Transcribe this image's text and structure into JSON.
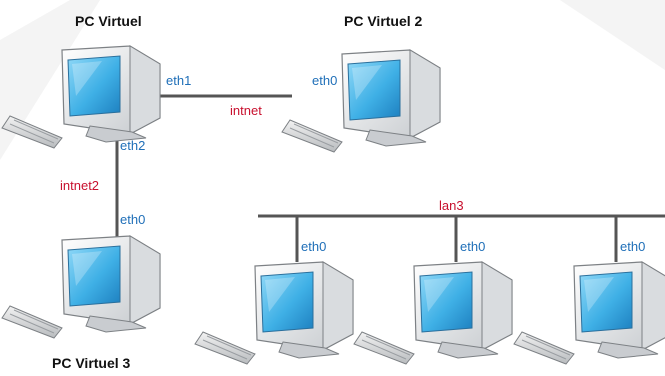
{
  "colors": {
    "wire": "#555555",
    "interface_label": "#1f6fb8",
    "network_label": "#c8102e",
    "monitor_screen": "#3fb0e6"
  },
  "icons": [
    "computer-icon",
    "keyboard-icon"
  ],
  "pcs": {
    "pc1": {
      "title": "PC Virtuel"
    },
    "pc2": {
      "title": "PC Virtuel 2"
    },
    "pc3": {
      "title": "PC Virtuel 3"
    }
  },
  "interfaces": {
    "pc1_eth1": "eth1",
    "pc1_eth2": "eth2",
    "pc2_eth0": "eth0",
    "pc3_eth0": "eth0",
    "lan_a_eth0": "eth0",
    "lan_b_eth0": "eth0",
    "lan_c_eth0": "eth0"
  },
  "networks": {
    "intnet": "intnet",
    "intnet2": "intnet2",
    "lan3": "lan3"
  }
}
